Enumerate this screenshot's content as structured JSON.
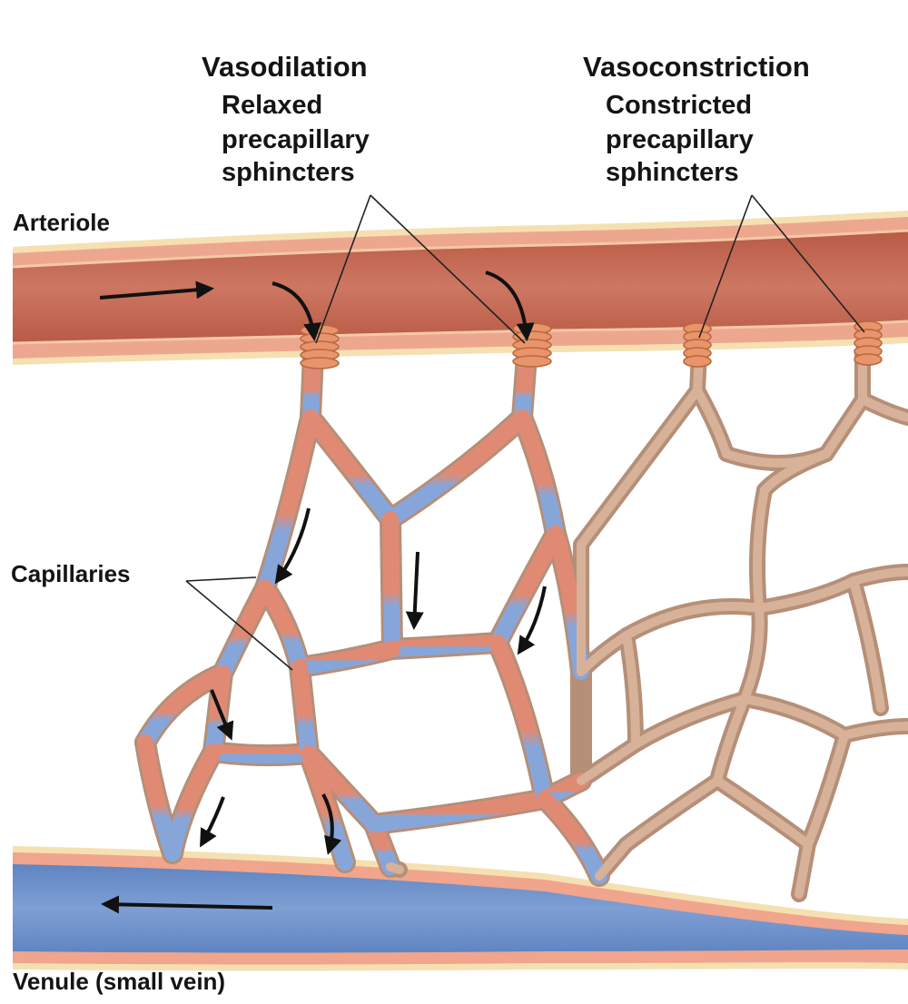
{
  "labels": {
    "vasodilation": {
      "heading": "Vasodilation",
      "lines": [
        "Relaxed",
        "precapillary",
        "sphincters"
      ]
    },
    "vasoconstriction": {
      "heading": "Vasoconstriction",
      "lines": [
        "Constricted",
        "precapillary",
        "sphincters"
      ]
    },
    "arteriole": "Arteriole",
    "capillaries": "Capillaries",
    "venule": "Venule (small vein)"
  },
  "colors": {
    "arteriole_blood": "#c76a55",
    "arteriole_wall": "#eea78f",
    "vessel_membrane": "#f6e0b2",
    "venule_blood": "#6f93cb",
    "venule_wall": "#f0a58c",
    "oxygenated_capillary": "#e08a74",
    "deoxygenated_capillary": "#86a6da",
    "collapsed_capillary": "#d8b199",
    "capillary_edge": "#b58f78",
    "sphincter": "#e9946b",
    "arrow": "#111111",
    "leader_line": "#222222"
  },
  "icons": [
    "arrow-icon",
    "sphincter-icon"
  ]
}
